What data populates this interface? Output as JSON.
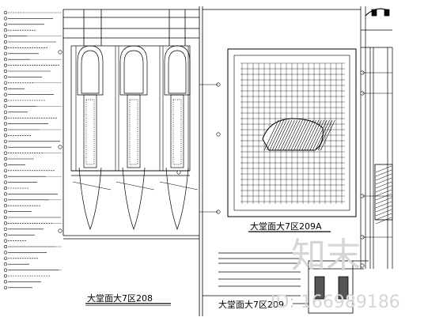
{
  "drawing": {
    "detail_208": "大堂面大7区208",
    "detail_209a": "大堂面大7区209A",
    "detail_209": "大堂面大7区209"
  },
  "watermark": {
    "brand": "知末",
    "id_text": "ID: 166989186"
  }
}
